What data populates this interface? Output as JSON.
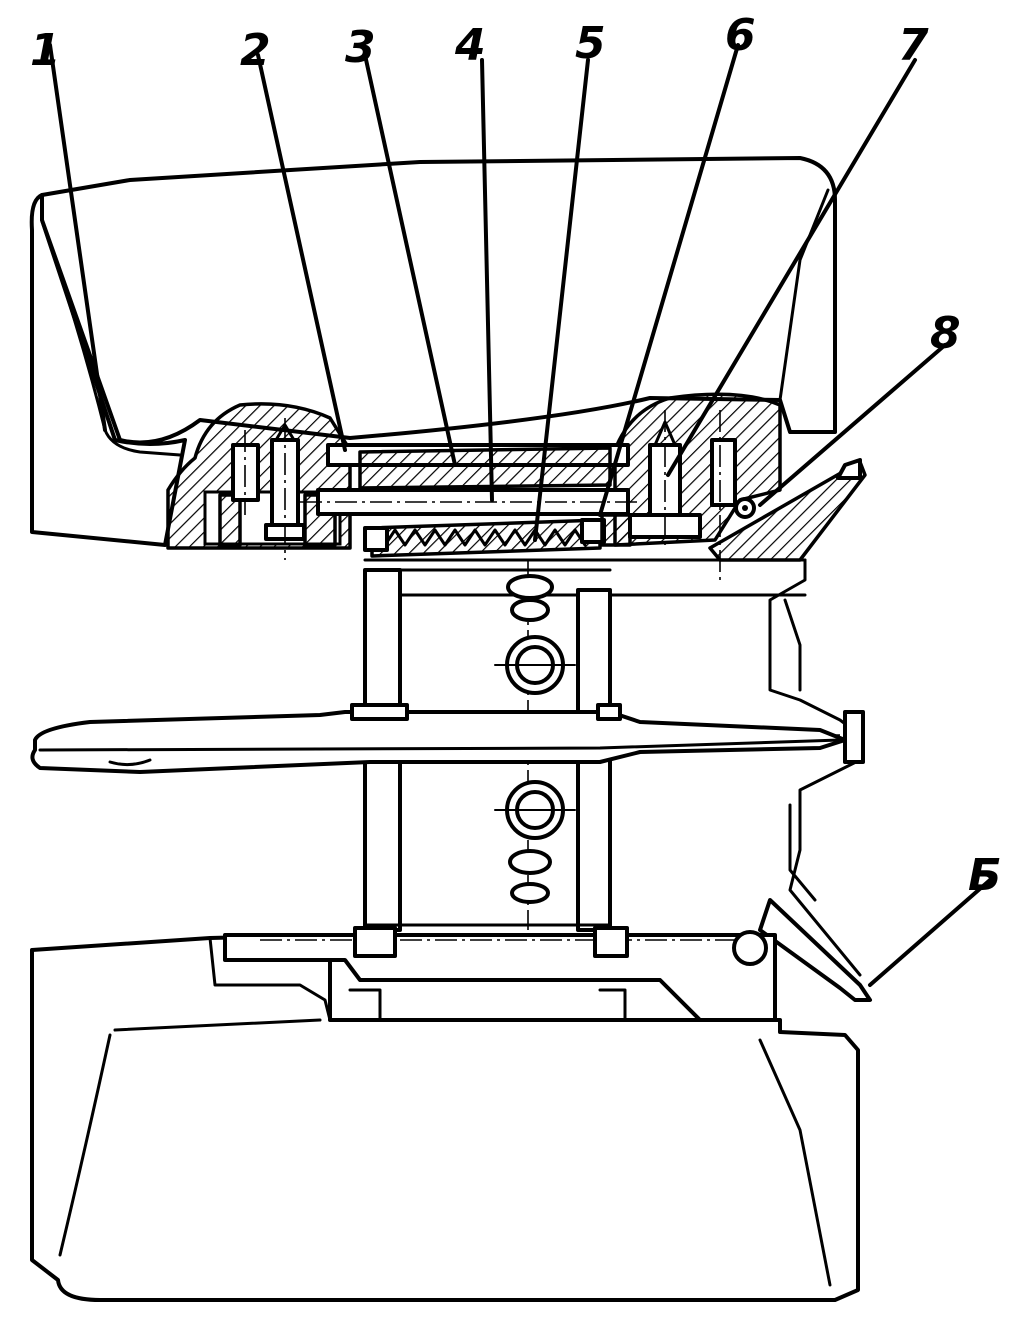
{
  "callouts": {
    "c1": "1",
    "c2": "2",
    "c3": "3",
    "c4": "4",
    "c5": "5",
    "c6": "6",
    "c7": "7",
    "c8": "8",
    "cB": "Б"
  }
}
